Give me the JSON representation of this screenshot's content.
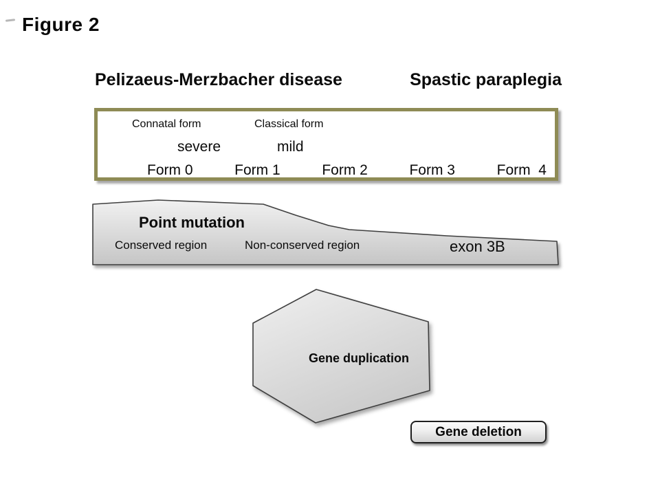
{
  "figure": {
    "title": "Figure 2"
  },
  "headings": {
    "left": "Pelizaeus-Merzbacher disease",
    "right": "Spastic paraplegia"
  },
  "forms_box": {
    "connatal_label": "Connatal form",
    "classical_label": "Classical form",
    "severe_label": "severe",
    "mild_label": "mild",
    "forms": [
      "Form 0",
      "Form 1",
      "Form 2",
      "Form 3",
      "Form  4"
    ]
  },
  "mutation_wedge": {
    "title": "Point mutation",
    "conserved_label": "Conserved region",
    "non_conserved_label": "Non-conserved region",
    "exon_label": "exon 3B"
  },
  "shapes": {
    "gene_duplication_label": "Gene duplication",
    "gene_deletion_label": "Gene deletion"
  },
  "colors": {
    "box_border": "#8e8b55",
    "shape_stroke": "#3f3f3f",
    "shape_fill_light": "#f1f1f1",
    "shape_fill_dark": "#c5c5c5",
    "text": "#0a0a0a",
    "background": "#ffffff"
  }
}
